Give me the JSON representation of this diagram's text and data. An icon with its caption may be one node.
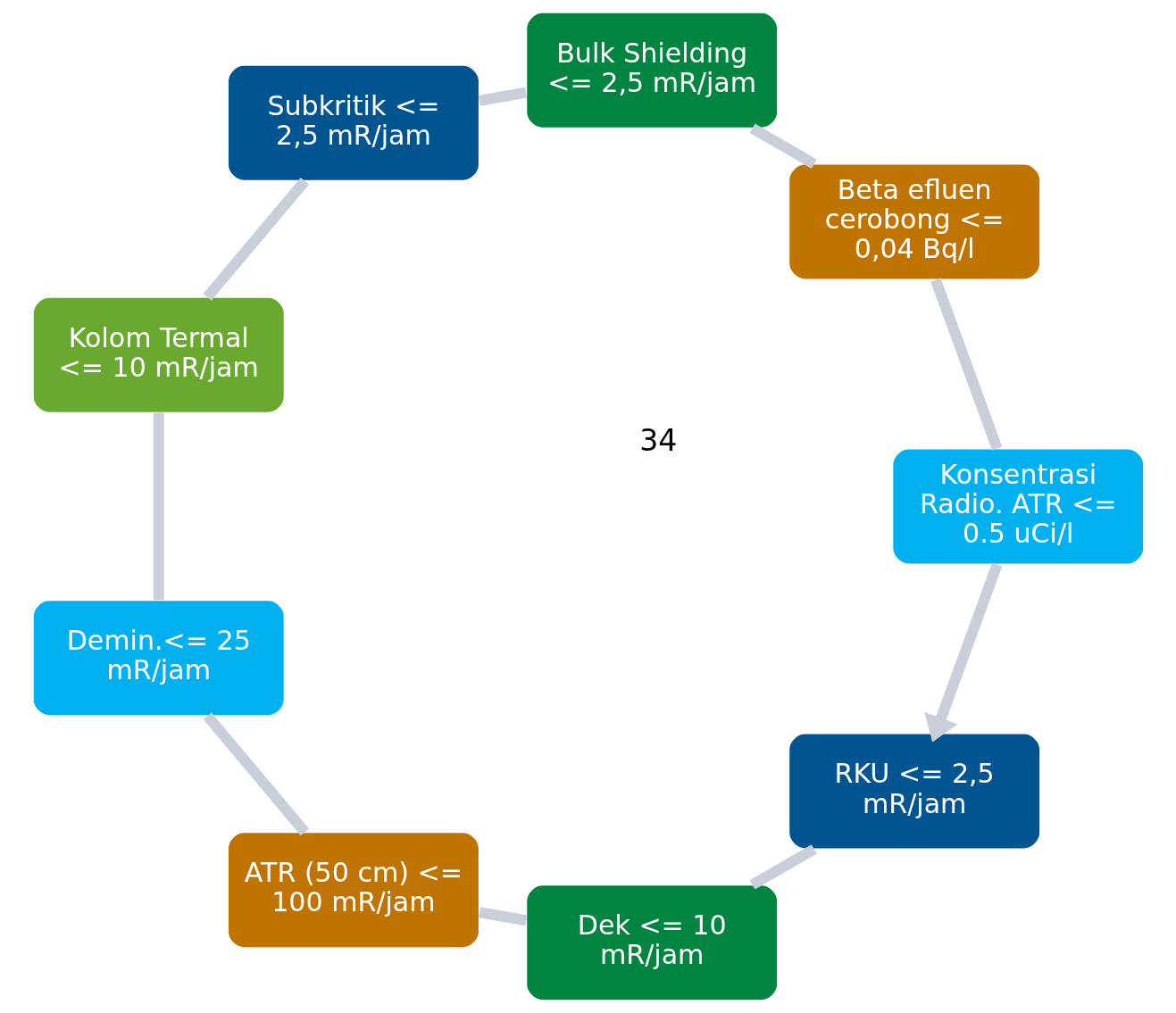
{
  "diagram": {
    "nodes": [
      {
        "text": [
          "RKU <= 2,5 mR/jam"
        ]
      },
      {
        "text": [
          "Dek <= 10 mR/jam"
        ]
      },
      {
        "text": [
          "ATR (50 cm) <= 100 mR/jam"
        ]
      },
      {
        "text": [
          "Demin.<= 25 mR/jam"
        ]
      },
      {
        "text": [
          "Kolom Termal <= 10 mR/jam"
        ]
      },
      {
        "text": [
          "Subkritik <= 2,5 mR/jam"
        ]
      },
      {
        "text": [
          "Bulk Shielding <= 2,5 mR/jam"
        ]
      },
      {
        "text": [
          "Beta efluen cerobong <= 0,04 Bq/l"
        ]
      },
      {
        "text": [
          "Konsentrasi Radio. ATR <= 0.5 uCi/l"
        ]
      }
    ],
    "edges": [
      {
        "from": 0,
        "to": 1,
        "arrow": "none"
      },
      {
        "from": 1,
        "to": 2,
        "arrow": "none"
      },
      {
        "from": 2,
        "to": 3,
        "arrow": "none"
      },
      {
        "from": 3,
        "to": 4,
        "arrow": "none"
      },
      {
        "from": 4,
        "to": 5,
        "arrow": "none"
      },
      {
        "from": 5,
        "to": 6,
        "arrow": "none"
      },
      {
        "from": 6,
        "to": 7,
        "arrow": "none"
      },
      {
        "from": 7,
        "to": 8,
        "arrow": "none"
      },
      {
        "from": 8,
        "to": 0,
        "arrow": "to"
      }
    ],
    "labels": [
      "34"
    ]
  }
}
